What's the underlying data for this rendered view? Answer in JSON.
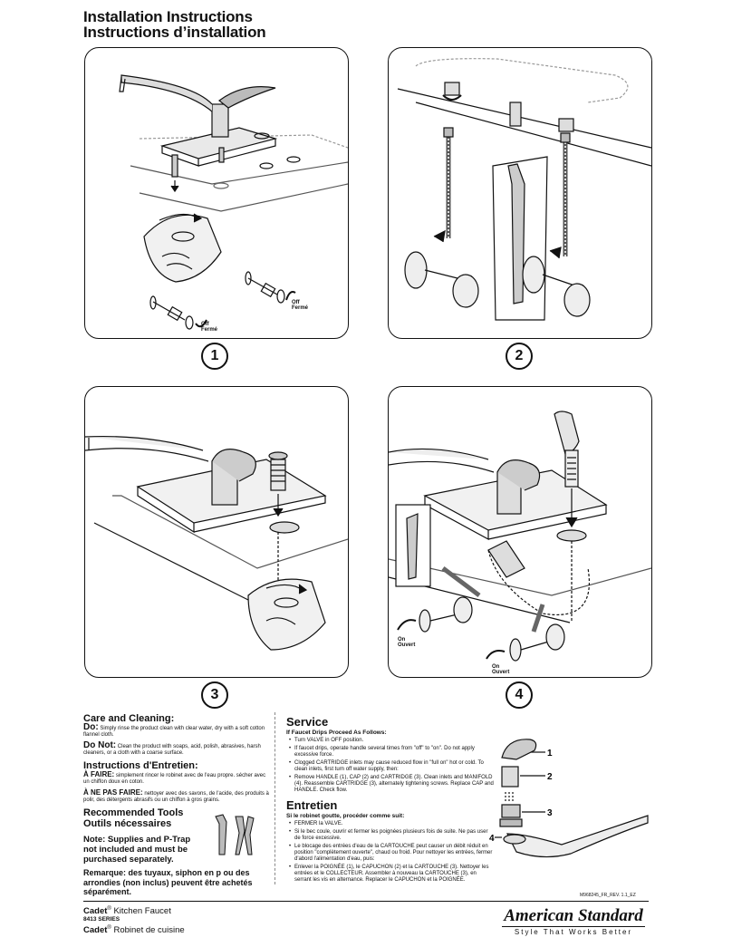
{
  "header": {
    "title_en": "Installation Instructions",
    "title_fr": "Instructions d’installation"
  },
  "steps": [
    {
      "number": "1",
      "labels": [
        {
          "text_en": "Off",
          "text_fr": "Fermé"
        },
        {
          "text_en": "Off",
          "text_fr": "Fermé"
        }
      ]
    },
    {
      "number": "2",
      "labels": []
    },
    {
      "number": "3",
      "labels": []
    },
    {
      "number": "4",
      "labels": [
        {
          "text_en": "On",
          "text_fr": "Ouvert"
        },
        {
          "text_en": "On",
          "text_fr": "Ouvert"
        }
      ]
    }
  ],
  "care": {
    "heading_en": "Care and Cleaning:",
    "do_label": "Do:",
    "do_text": "Simply rinse the product clean with clear water, dry with a soft cotton flannel cloth.",
    "donot_label": "Do Not:",
    "donot_text": "Clean the product with soaps, acid, polish, abrasives, harsh cleaners, or a cloth with a coarse surface.",
    "heading_fr": "Instructions d'Entretien:",
    "afaire_label": "À FAIRE:",
    "afaire_text": "simplement rincer le robinet avec de l'eau propre. sécher avec un chiffon doux en coton.",
    "anepas_label": "À NE PAS FAIRE:",
    "anepas_text": "nettoyer avec des savons, de l'acide, des produits à polir, des détergents abrasifs ou un chiffon à gros grains.",
    "tools_en": "Recommended Tools",
    "tools_fr": "Outils nécessaires",
    "note_en": "Note: Supplies and P-Trap not included and must be purchased separately.",
    "note_fr": "Remarque: des tuyaux, siphon en p ou des arrondies (non inclus) peuvent être achetés séparément."
  },
  "service": {
    "heading_en": "Service",
    "sub_en": "If Faucet Drips Proceed As Follows:",
    "items_en": [
      "Turn VALVE in OFF position.",
      "If faucet drips, operate handle several times from \"off\" to \"on\". Do not apply excessive force.",
      "Clogged CARTRIDGE inlets may cause reduced flow in \"full on\" hot or cold. To clean inlets, first turn off water supply, then:",
      "Remove HANDLE (1), CAP (2) and CARTRIDGE (3). Clean inlets and MANIFOLD (4). Reassemble CARTRIDGE (3), alternately tightening screws. Replace CAP and HANDLE. Check flow."
    ],
    "heading_fr": "Entretien",
    "sub_fr": "Si le robinet goutte, procéder comme suit:",
    "items_fr": [
      "FERMER la VALVE.",
      "Si le bec coule, ouvrir et fermer les poignées plusieurs fois de suite. Ne pas user de force excessive.",
      "Le blocage des entrées d'eau de la CARTOUCHE peut causer un débit réduit en position \"complètement ouverte\", chaud ou froid. Pour nettoyer les entrées, fermer d'abord l'alimentation d'eau, puis:",
      "Enlever la POIGNÉE (1), le CAPUCHON (2) et la CARTOUCHE (3). Nettoyer les entrées et le COLLECTEUR. Assembler à nouveau la CARTOUCHE (3), en serrant les vis en alternance. Replacer le CAPUCHON et la POIGNÉE."
    ],
    "parts": [
      "1",
      "2",
      "3",
      "4"
    ]
  },
  "footer": {
    "product_en_brand": "Cadet",
    "product_en_name": "Kitchen Faucet",
    "series": "8413 SERIES",
    "product_fr_brand": "Cadet",
    "product_fr_name": "Robinet de cuisine",
    "doc_id": "M968245_FR_REV. 1.1_EZ",
    "brand": "American Standard",
    "tagline": "Style That Works Better",
    "reg": "®"
  }
}
